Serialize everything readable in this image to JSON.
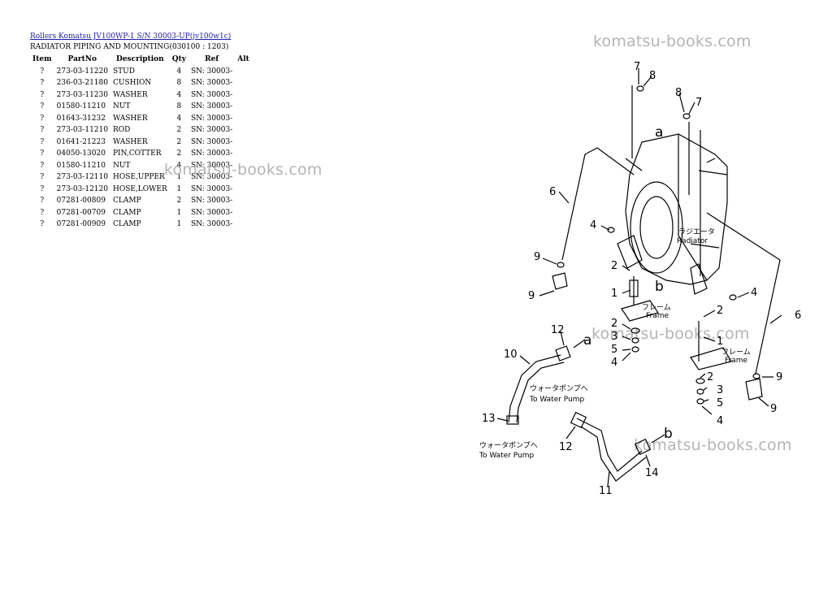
{
  "header": {
    "link_text": "Rollers Komatsu JV100WP-1 S/N  30003-UP(jv100w1c)",
    "title": "RADIATOR PIPING AND MOUNTING(030100 : 1203)"
  },
  "table": {
    "columns": [
      "Item",
      "PartNo",
      "Description",
      "Qty",
      "Ref",
      "Alt"
    ],
    "rows": [
      {
        "item": "?",
        "part_no": "273-03-11220",
        "description": "STUD",
        "qty": "4",
        "ref": "SN: 30003-",
        "alt": ""
      },
      {
        "item": "?",
        "part_no": "236-03-21180",
        "description": "CUSHION",
        "qty": "8",
        "ref": "SN: 30003-",
        "alt": ""
      },
      {
        "item": "?",
        "part_no": "273-03-11230",
        "description": "WASHER",
        "qty": "4",
        "ref": "SN: 30003-",
        "alt": ""
      },
      {
        "item": "?",
        "part_no": "01580-11210",
        "description": "NUT",
        "qty": "8",
        "ref": "SN: 30003-",
        "alt": ""
      },
      {
        "item": "?",
        "part_no": "01643-31232",
        "description": "WASHER",
        "qty": "4",
        "ref": "SN: 30003-",
        "alt": ""
      },
      {
        "item": "?",
        "part_no": "273-03-11210",
        "description": "ROD",
        "qty": "2",
        "ref": "SN: 30003-",
        "alt": ""
      },
      {
        "item": "?",
        "part_no": "01641-21223",
        "description": "WASHER",
        "qty": "2",
        "ref": "SN: 30003-",
        "alt": ""
      },
      {
        "item": "?",
        "part_no": "04050-13020",
        "description": "PIN,COTTER",
        "qty": "2",
        "ref": "SN: 30003-",
        "alt": ""
      },
      {
        "item": "?",
        "part_no": "01580-11210",
        "description": "NUT",
        "qty": "4",
        "ref": "SN: 30003-",
        "alt": ""
      },
      {
        "item": "?",
        "part_no": "273-03-12110",
        "description": "HOSE,UPPER",
        "qty": "1",
        "ref": "SN: 30003-",
        "alt": ""
      },
      {
        "item": "?",
        "part_no": "273-03-12120",
        "description": "HOSE,LOWER",
        "qty": "1",
        "ref": "SN: 30003-",
        "alt": ""
      },
      {
        "item": "?",
        "part_no": "07281-00809",
        "description": "CLAMP",
        "qty": "2",
        "ref": "SN: 30003-",
        "alt": ""
      },
      {
        "item": "?",
        "part_no": "07281-00709",
        "description": "CLAMP",
        "qty": "1",
        "ref": "SN: 30003-",
        "alt": ""
      },
      {
        "item": "?",
        "part_no": "07281-00909",
        "description": "CLAMP",
        "qty": "1",
        "ref": "SN: 30003-",
        "alt": ""
      }
    ]
  },
  "watermark": "komatsu-books.com",
  "diagram": {
    "radiator_jp": "ラジエータ",
    "radiator_en": "Radiator",
    "frame_jp": "フレーム",
    "frame_en": "Frame",
    "water_pump_jp": "ウォータポンプへ",
    "water_pump_en": "To Water Pump",
    "callouts": {
      "n1": "1",
      "n2": "2",
      "n3": "3",
      "n4": "4",
      "n5": "5",
      "n6": "6",
      "n7": "7",
      "n8": "8",
      "n9": "9",
      "n10": "10",
      "n11": "11",
      "n12": "12",
      "n13": "13",
      "n14": "14",
      "a": "a",
      "b": "b"
    }
  }
}
